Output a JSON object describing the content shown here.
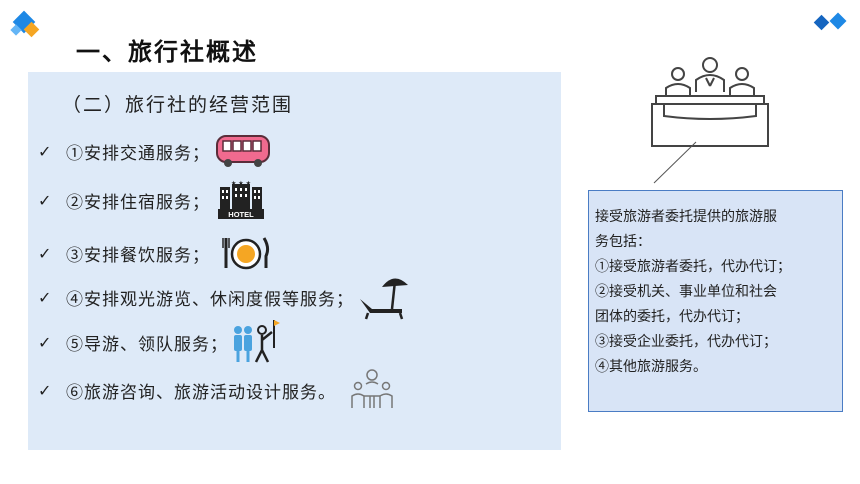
{
  "slide": {
    "title": "一、旅行社概述",
    "subtitle": "（二）旅行社的经营范围",
    "accent_color": "#1e88e5",
    "panel_color": "#deeaf8"
  },
  "services": [
    {
      "check": "✓",
      "text": "①安排交通服务；",
      "icon": "bus-icon"
    },
    {
      "check": "✓",
      "text": "②安排住宿服务；",
      "icon": "hotel-icon",
      "icon_label": "HOTEL"
    },
    {
      "check": "✓",
      "text": "③安排餐饮服务；",
      "icon": "dining-icon"
    },
    {
      "check": "✓",
      "text": "④安排观光游览、休闲度假等服务；",
      "icon": "beach-chair-icon"
    },
    {
      "check": "✓",
      "text": "⑤导游、领队服务；",
      "icon": "tour-guide-icon"
    },
    {
      "check": "✓",
      "text": "⑥旅游咨询、旅游活动设计服务。",
      "icon": "consultation-icon"
    }
  ],
  "infobox": {
    "lines": [
      "接受旅游者委托提供的旅游服",
      "务包括：",
      "①接受旅游者委托，代办代订；",
      "②接受机关、事业单位和社会",
      "团体的委托，代办代订；",
      "③接受企业委托，代办代订；",
      "④其他旅游服务。"
    ]
  }
}
